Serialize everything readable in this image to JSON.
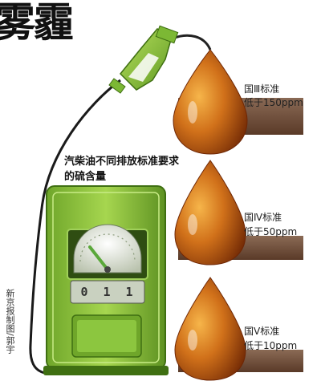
{
  "header": {
    "title": "雾霾"
  },
  "caption": {
    "text": "汽柴油不同排放标准要求的硫含量"
  },
  "standards": [
    {
      "name": "国Ⅲ标准",
      "limit": "低于150ppm",
      "value_ppm": 150
    },
    {
      "name": "国Ⅳ标准",
      "limit": "低于50ppm",
      "value_ppm": 50
    },
    {
      "name": "国Ⅴ标准",
      "limit": "低于10ppm",
      "value_ppm": 10
    }
  ],
  "pump": {
    "counter_digits": [
      "0",
      "1",
      "1"
    ]
  },
  "credit": {
    "text": "新京报制图/郭宇"
  },
  "colors": {
    "pump_green": "#8cc63f",
    "pump_dark": "#3f6f12",
    "oil_dark": "#7a2e05",
    "oil_light": "#f0a030",
    "shelf": "#6b4a35"
  }
}
